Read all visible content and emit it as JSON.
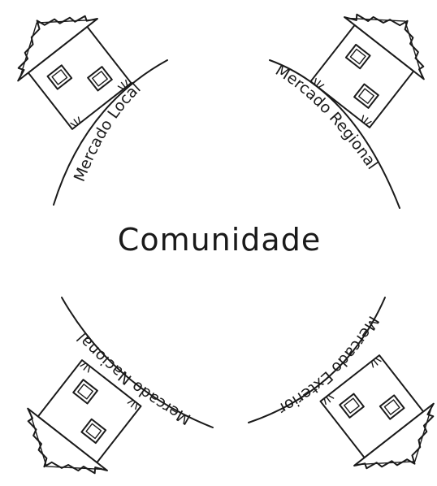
{
  "center": {
    "label": "Comunidade"
  },
  "markets": [
    {
      "id": "local",
      "label": "Mercado Local"
    },
    {
      "id": "regional",
      "label": "Mercado Regional"
    },
    {
      "id": "nacional",
      "label": "Mercado Nacional"
    },
    {
      "id": "exterior",
      "label": "Mercado Exterior"
    }
  ]
}
